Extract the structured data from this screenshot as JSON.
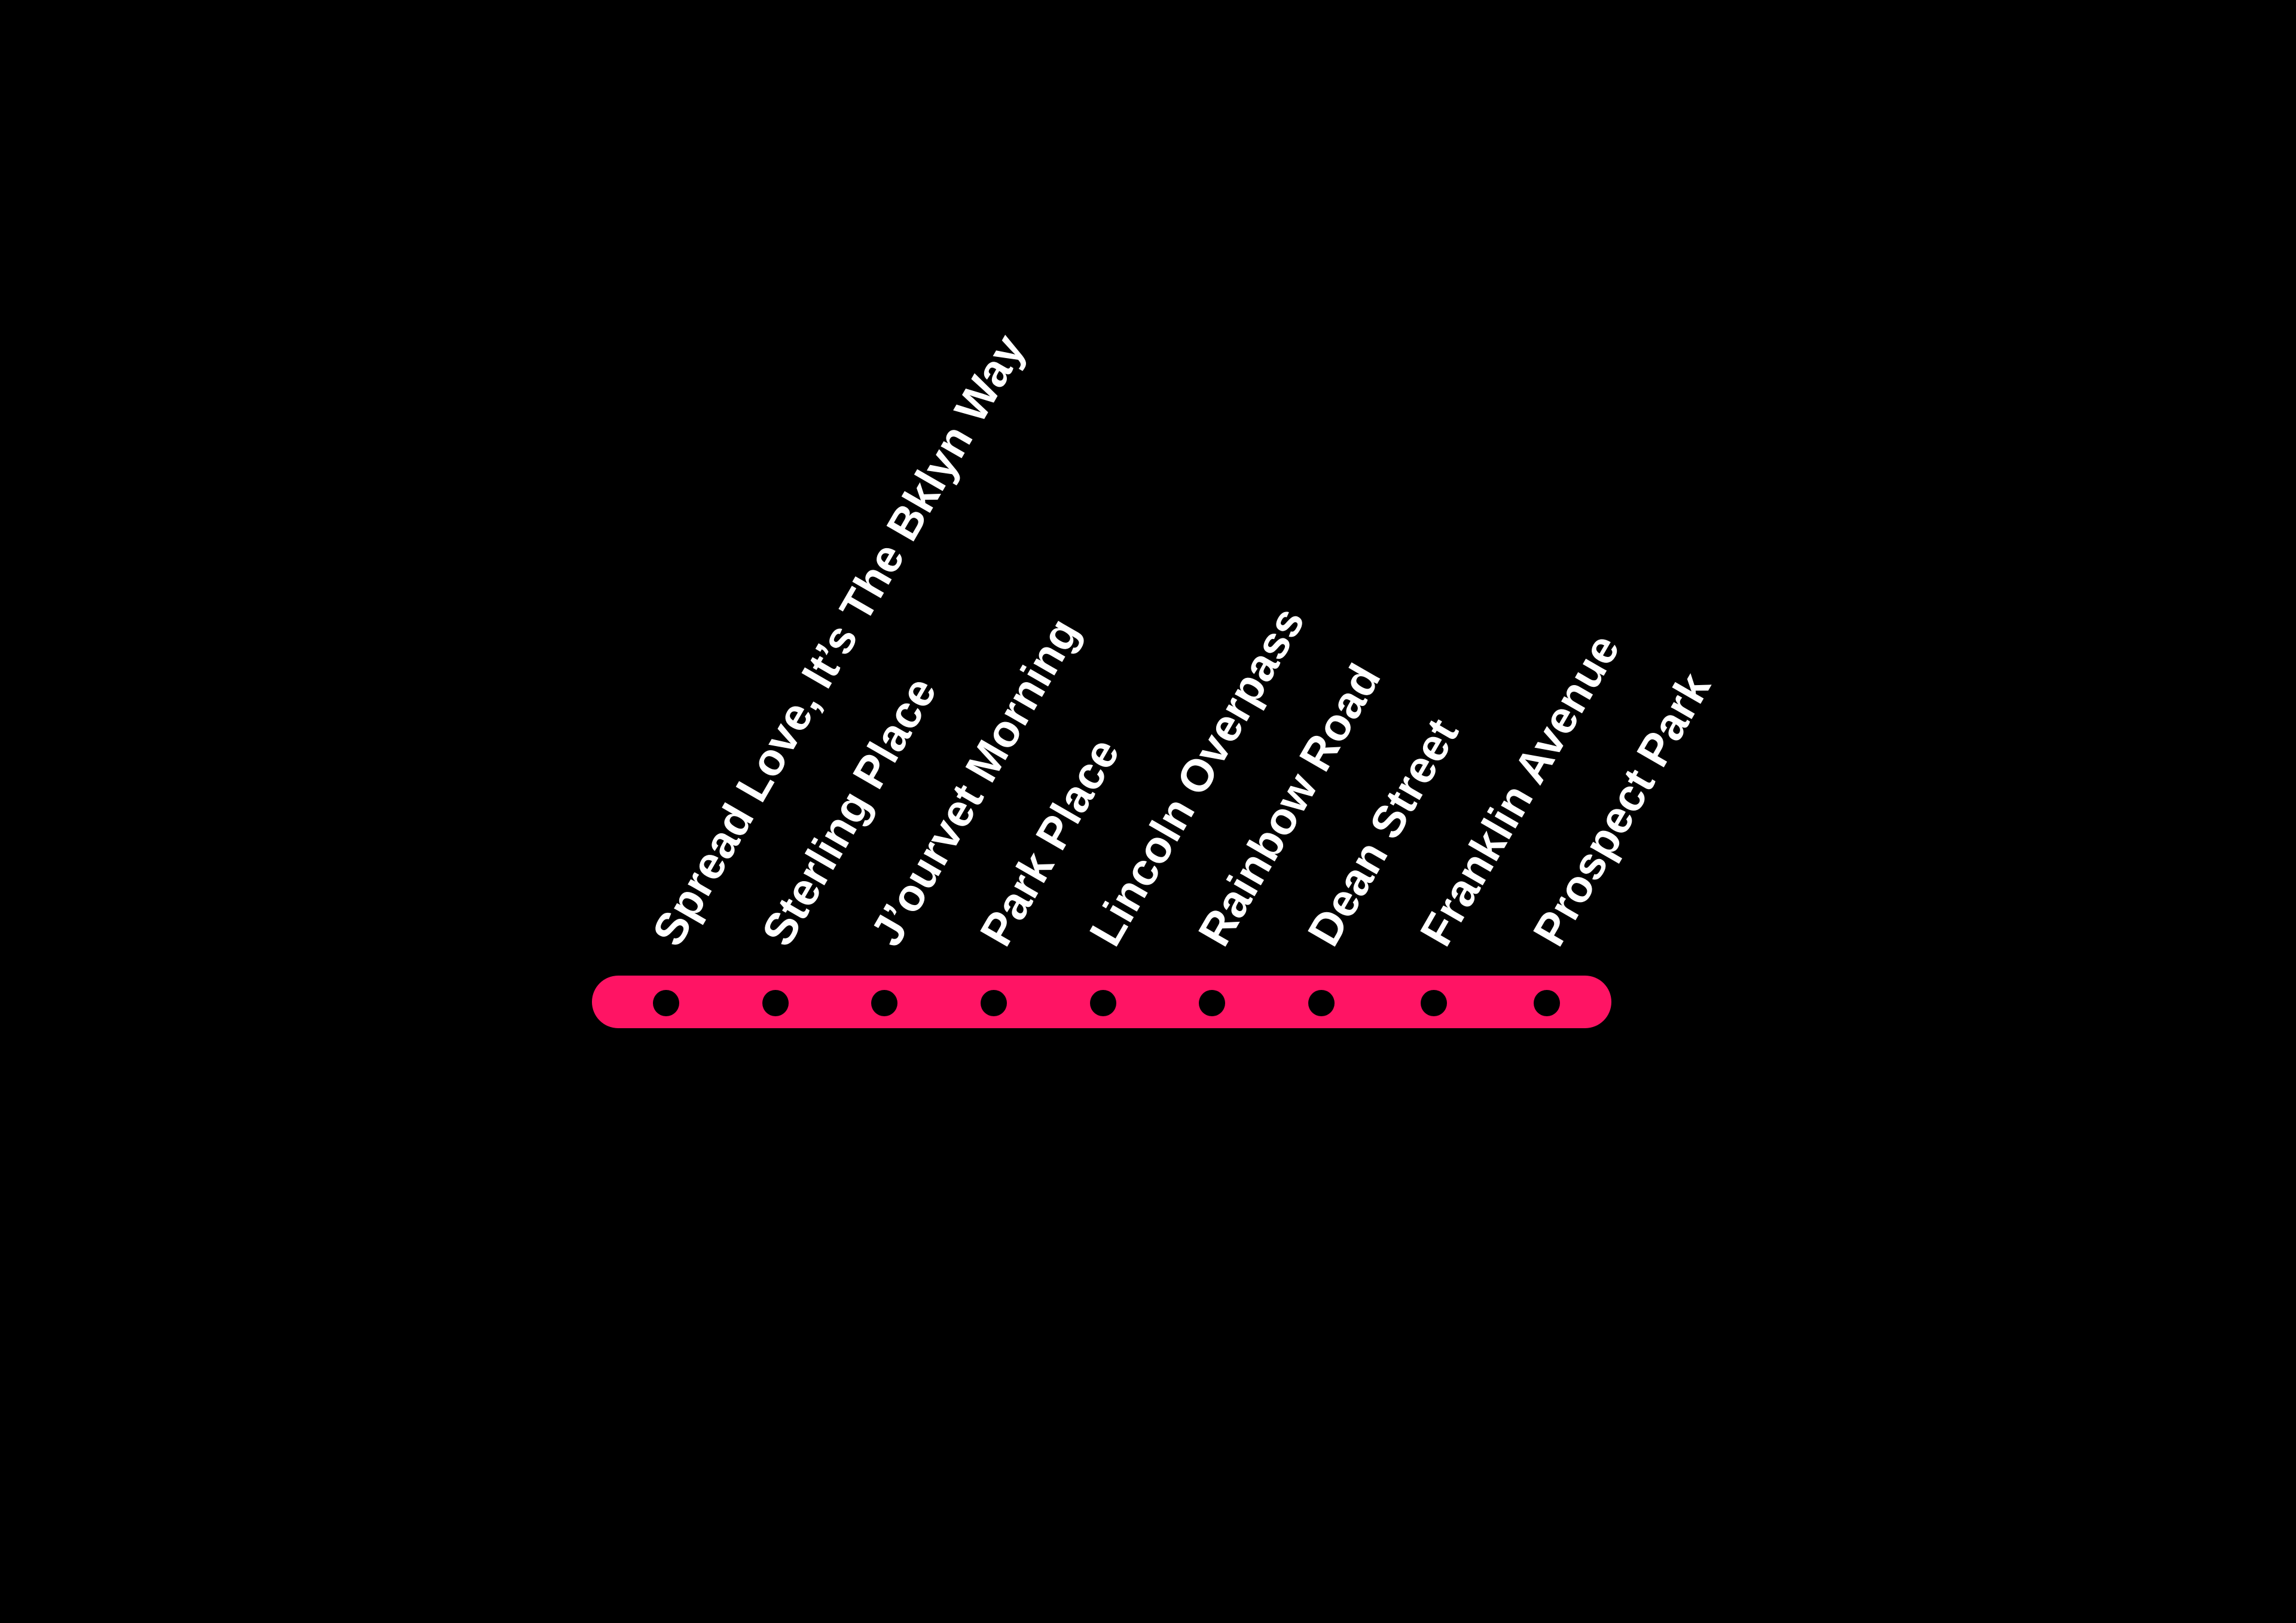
{
  "colors": {
    "background": "#000000",
    "line": "#ff1464",
    "stop_dot": "#000000",
    "label": "#ffffff"
  },
  "line": {
    "stops": [
      {
        "name": "Spread Love, It’s The Bklyn Way"
      },
      {
        "name": "Sterling Place"
      },
      {
        "name": "J’ourvet Morning"
      },
      {
        "name": "Park Place"
      },
      {
        "name": "Lincoln Overpass"
      },
      {
        "name": "Rainbow Road"
      },
      {
        "name": "Dean Street"
      },
      {
        "name": "Franklin Avenue"
      },
      {
        "name": "Prospect Park"
      }
    ]
  }
}
